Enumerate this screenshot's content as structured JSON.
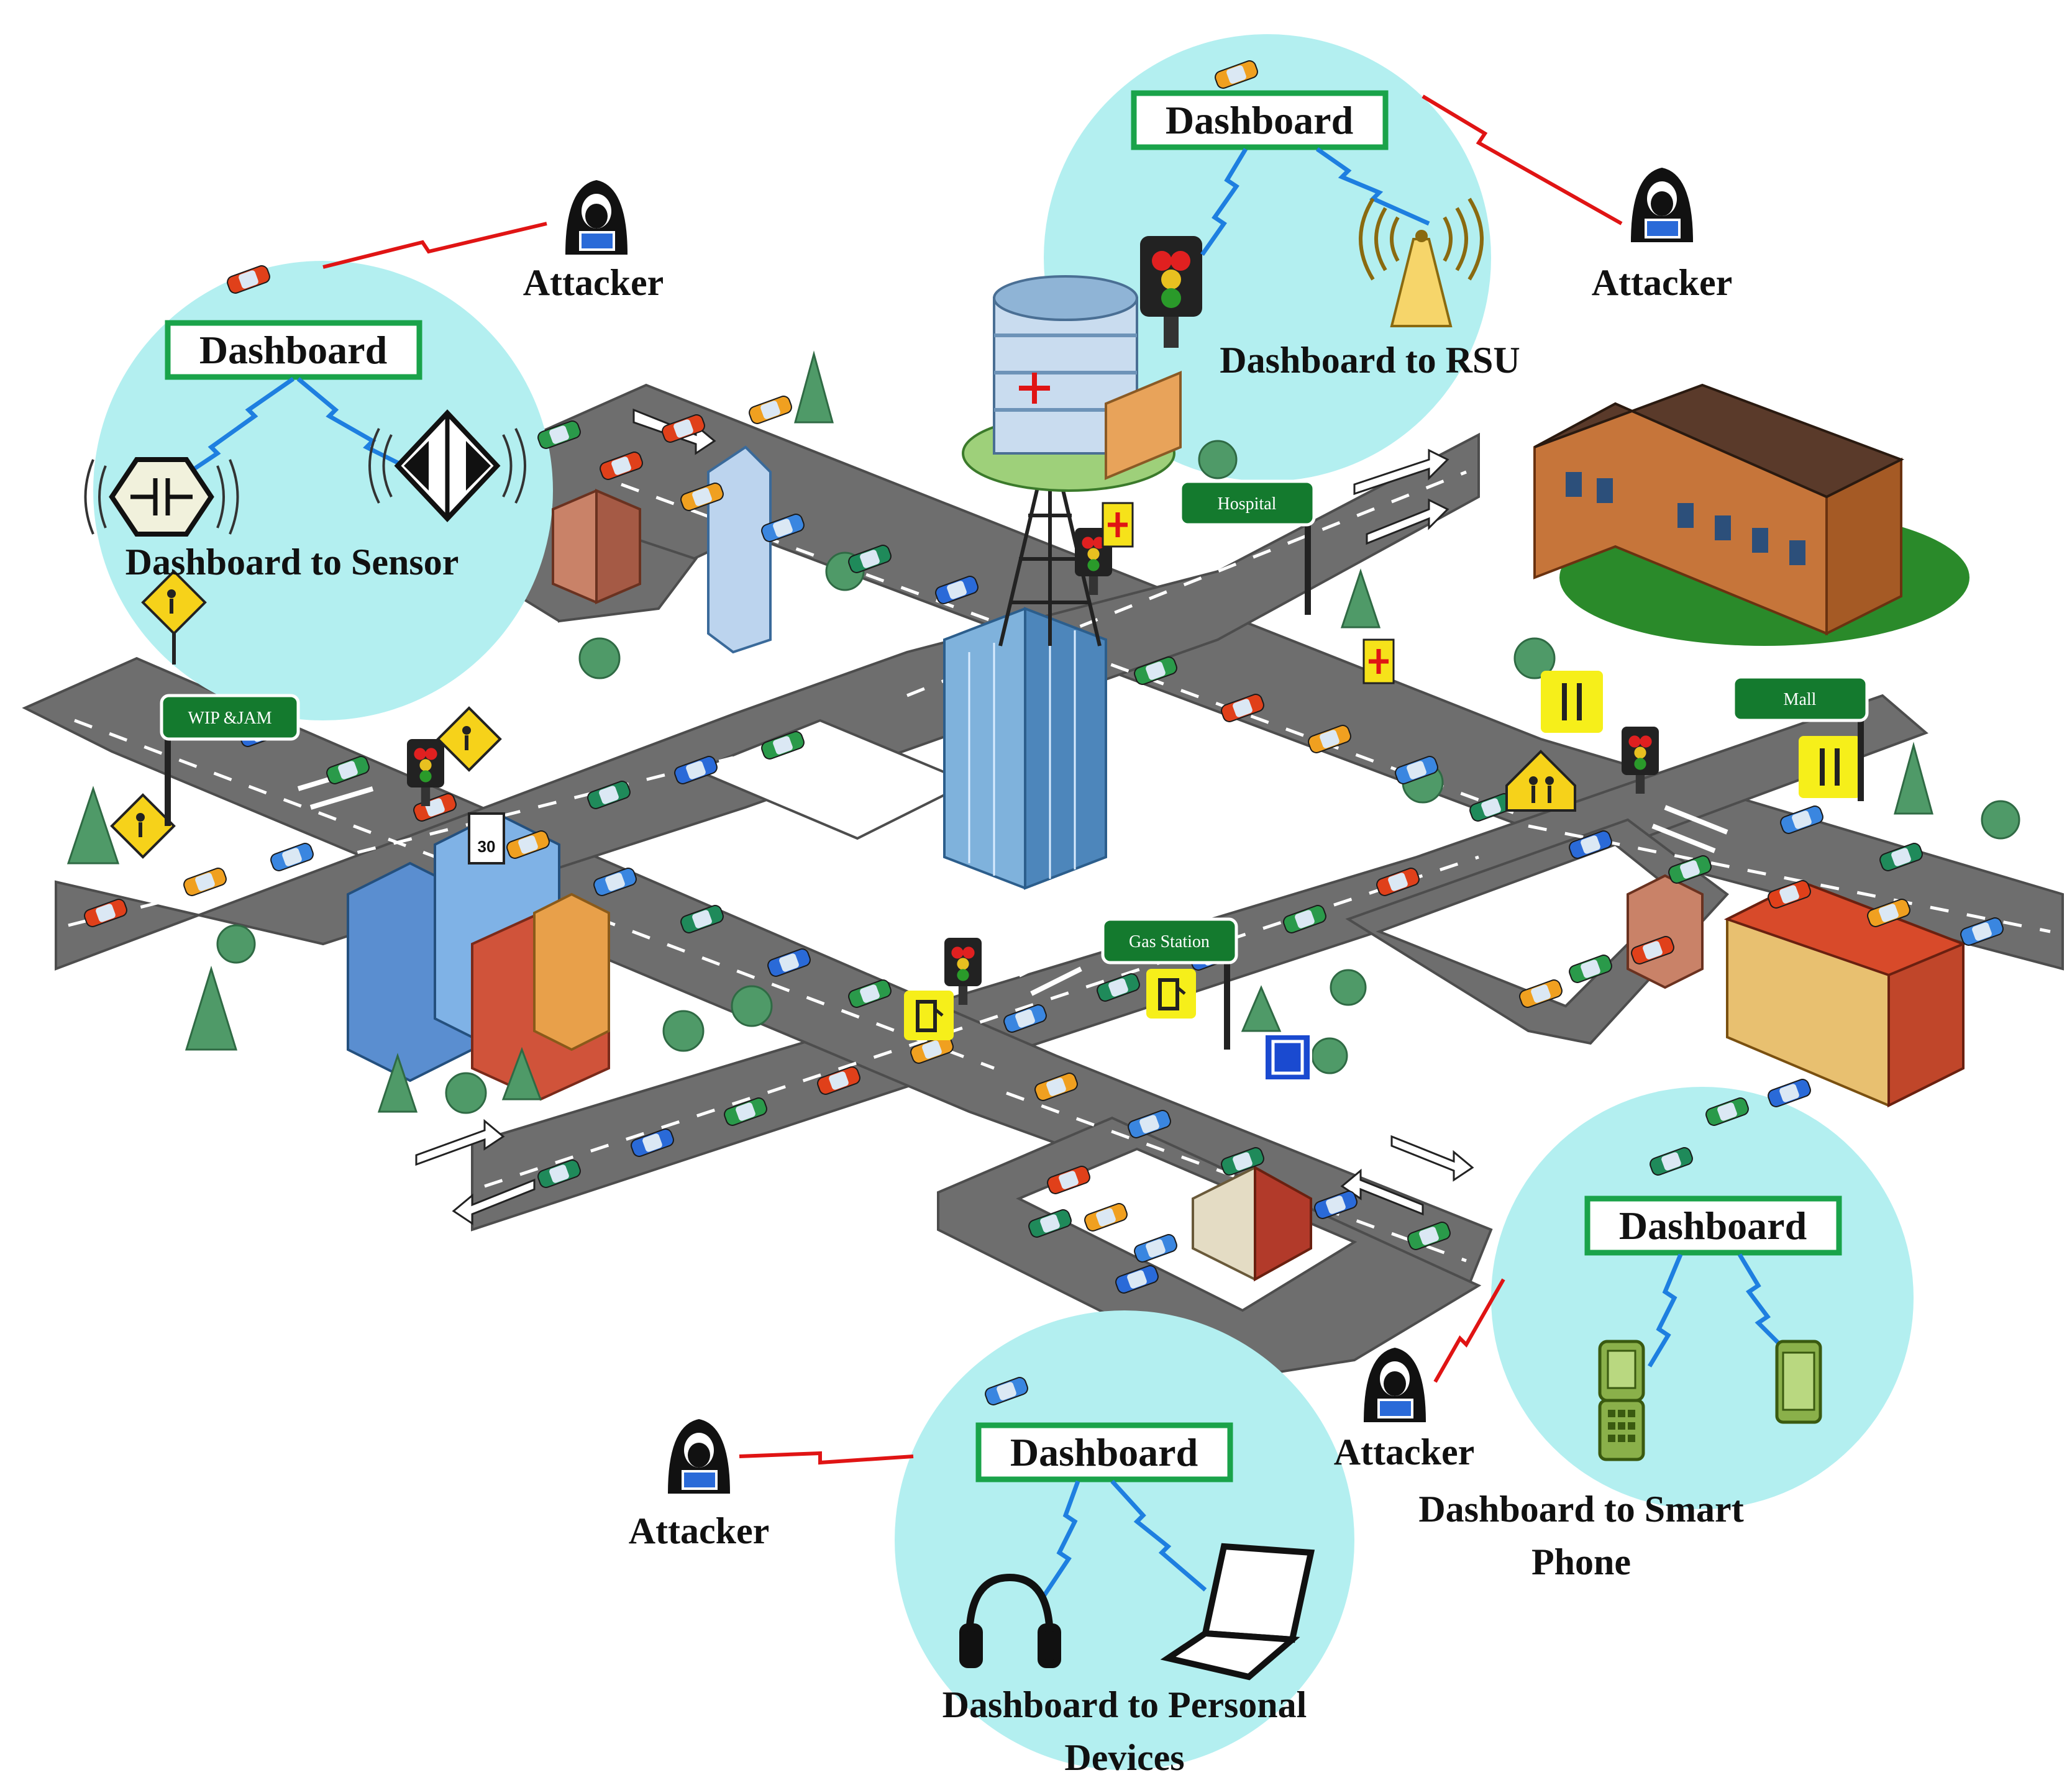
{
  "colors": {
    "bubble": "#b3eff0",
    "dashboard_border": "#1aa34a",
    "road": "#6e6e6e",
    "road_edge": "#4d4d4d",
    "lane": "#ffffff",
    "wireless": "#1e7fe0",
    "attack": "#e01414",
    "sign_green": "#147a2e",
    "tree": "#4f9a68"
  },
  "clusters": {
    "sensor": {
      "dashboard": "Dashboard",
      "caption": "Dashboard to Sensor"
    },
    "rsu": {
      "dashboard": "Dashboard",
      "caption": "Dashboard to RSU"
    },
    "phone": {
      "dashboard": "Dashboard",
      "caption_line1": "Dashboard to Smart",
      "caption_line2": "Phone"
    },
    "personal": {
      "dashboard": "Dashboard",
      "caption_line1": "Dashboard to Personal",
      "caption_line2": "Devices"
    }
  },
  "attackers": {
    "top_left": "Attacker",
    "top_right": "Attacker",
    "bottom_center": "Attacker",
    "bottom_right": "Attacker"
  },
  "street_signs": {
    "hospital": "Hospital",
    "wip_jam": "WIP &JAM",
    "gas_station": "Gas Station",
    "mall": "Mall"
  },
  "speed_sign": "30",
  "icons": {
    "attacker": "hooded-hacker-laptop-icon",
    "sensor_hex": "hexagon-sensor-icon",
    "sensor_diamond": "diamond-sensor-icon",
    "rsu": "rsu-antenna-icon",
    "traffic_light": "traffic-light-icon",
    "phone_flip": "flip-phone-icon",
    "smartphone": "smartphone-icon",
    "headphones": "headphones-icon",
    "laptop": "laptop-icon",
    "tower": "cell-tower-icon",
    "parking": "parking-icon",
    "fuel": "fuel-icon",
    "restaurant": "fork-knife-icon",
    "hospital_cross": "hospital-cross-icon"
  }
}
